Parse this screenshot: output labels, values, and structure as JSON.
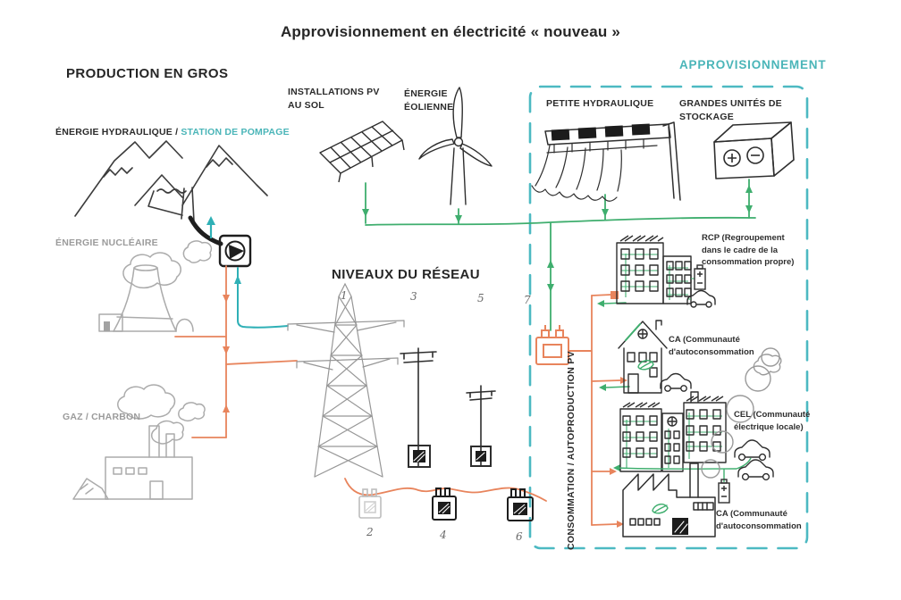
{
  "title": "Approvisionnement en électricité « nouveau »",
  "colors": {
    "ink": "#2e2e2e",
    "sketch_gray": "#a9a9a9",
    "teal": "#4ab5b8",
    "green": "#3fae6e",
    "orange": "#e8845c",
    "border_teal": "#4cb9c2"
  },
  "production": {
    "title": "PRODUCTION EN GROS",
    "hydro_label": "ÉNERGIE HYDRAULIQUE / ",
    "hydro_accent": "STATION DE POMPAGE",
    "nuclear_label": "ÉNERGIE NUCLÉAIRE",
    "gas_label": "GAZ / CHARBON",
    "pv_label_line1": "INSTALLATIONS PV",
    "pv_label_line2": "AU SOL",
    "wind_label_line1": "ÉNERGIE",
    "wind_label_line2": "ÉOLIENNE"
  },
  "network": {
    "title": "NIVEAUX DU RÉSEAU",
    "levels_top": [
      "1",
      "3",
      "5",
      "7"
    ],
    "levels_bottom": [
      "2",
      "4",
      "6"
    ]
  },
  "supply": {
    "title": "APPROVISIONNEMENT",
    "small_hydro_label": "PETITE HYDRAULIQUE",
    "storage_line1": "GRANDES UNITÉS DE",
    "storage_line2": "STOCKAGE",
    "vertical_label": "CONSOMMATION / AUTOPRODUCTION PV",
    "rcp": [
      "RCP (Regroupement",
      "dans le cadre de la",
      "consommation propre)"
    ],
    "ca1": [
      "CA (Communauté",
      "d'autoconsommation"
    ],
    "cel": [
      "CEL (Communauté",
      "électrique locale)"
    ],
    "ca2": [
      "CA (Communauté",
      "d'autoconsommation"
    ]
  }
}
